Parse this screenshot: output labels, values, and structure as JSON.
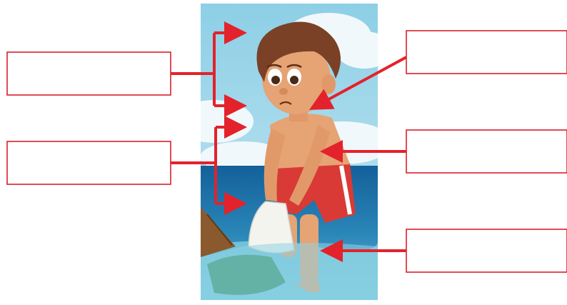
{
  "diagram": {
    "subject": "boy-icon",
    "colors": {
      "arrow": "#e3222b",
      "box_border": "#d9202b",
      "sky": "#9fd6ea",
      "sea": "#1a6fa6",
      "skin": "#e6a374",
      "hair": "#7a4126",
      "shorts": "#d93a35"
    },
    "labels": [
      {
        "id": "left-top",
        "text": ""
      },
      {
        "id": "left-bottom",
        "text": ""
      },
      {
        "id": "right-top",
        "text": ""
      },
      {
        "id": "right-middle",
        "text": ""
      },
      {
        "id": "right-bottom",
        "text": ""
      }
    ]
  }
}
